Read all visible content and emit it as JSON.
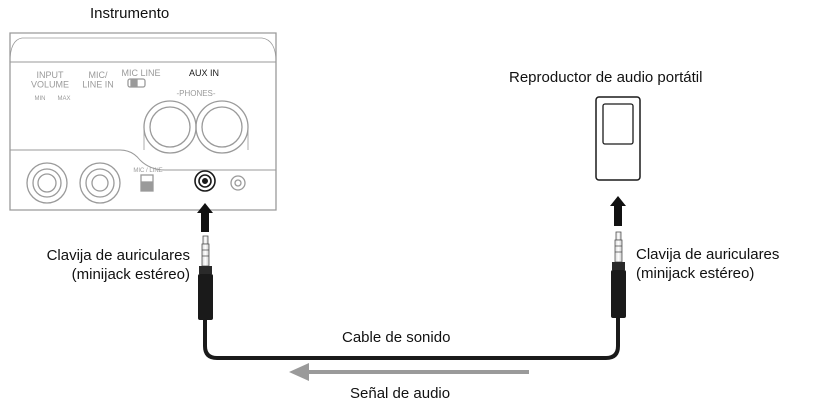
{
  "diagram": {
    "instrument": {
      "title": "Instrumento",
      "panel": {
        "input_volume": "INPUT\nVOLUME",
        "min": "MIN",
        "max": "MAX",
        "mic_line_in": "MIC/\nLINE IN",
        "mic_line_switch": "MIC  LINE",
        "aux_in": "AUX IN",
        "phones": "-PHONES-",
        "mic_line_small": "MIC / LINE"
      }
    },
    "player": {
      "title": "Reproductor de audio portátil"
    },
    "left_plug": {
      "line1": "Clavija de auriculares",
      "line2": "(minijack estéreo)"
    },
    "right_plug": {
      "line1": "Clavija de auriculares",
      "line2": "(minijack estéreo)"
    },
    "cable": "Cable de sonido",
    "signal": "Señal de audio",
    "colors": {
      "line": "#1a1a1a",
      "panel_stroke": "#9a9a9a",
      "signal_arrow": "#9a9a9a"
    }
  }
}
